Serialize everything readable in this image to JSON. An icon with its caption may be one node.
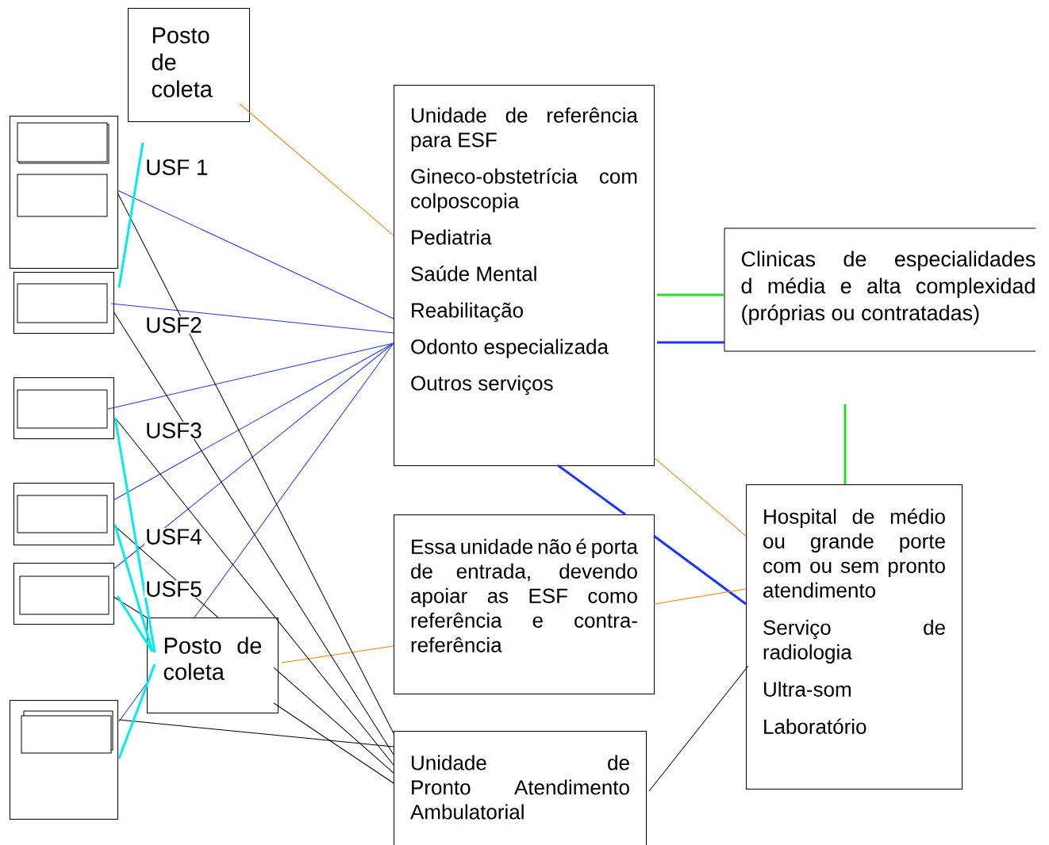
{
  "diagram": {
    "nodes": [
      {
        "text": [
          "Posto de coleta"
        ]
      },
      {
        "text": [],
        "shape": "box",
        "beside": [
          "USF 1"
        ]
      },
      {
        "text": [],
        "shape": "box",
        "beside": [
          "USF2"
        ]
      },
      {
        "text": [],
        "shape": "box",
        "beside": [
          "USF3"
        ]
      },
      {
        "text": [],
        "shape": "box",
        "beside": [
          "USF4"
        ]
      },
      {
        "text": [],
        "shape": "box",
        "beside": [
          "USF5"
        ]
      },
      {
        "text": [
          "Posto de coleta"
        ]
      },
      {
        "text": [],
        "shape": "box"
      },
      {
        "text": [
          "Unidade de referência para ESF",
          "Gineco-obstetrícia com colposcopia",
          "Pediatria",
          "Saúde Mental",
          "Reabilitação",
          "Odonto especializada",
          "Outros serviços"
        ]
      },
      {
        "text": [
          "Clinicas de especialidades d média e alta complexidad (próprias ou contratadas)"
        ]
      },
      {
        "text": [
          "Essa unidade não é porta de entrada, devendo apoiar as ESF como referência e contra-referência"
        ]
      },
      {
        "text": [
          "Hospital de médio ou grande porte com ou sem pronto atendimento",
          "Serviço de radiologia",
          "Ultra-som",
          "Laboratório"
        ]
      },
      {
        "text": [
          "Unidade de Pronto Atendimento Ambulatorial"
        ]
      }
    ],
    "edges": [
      {
        "from": 0,
        "to": 8,
        "arrow": "none",
        "color": "#ff7f00"
      },
      {
        "from": 1,
        "to": 8,
        "arrow": "none",
        "color": "#1a35ff"
      },
      {
        "from": 2,
        "to": 8,
        "arrow": "none",
        "color": "#1a35ff"
      },
      {
        "from": 3,
        "to": 8,
        "arrow": "none",
        "color": "#1a35ff"
      },
      {
        "from": 4,
        "to": 8,
        "arrow": "none",
        "color": "#1a35ff"
      },
      {
        "from": 5,
        "to": 8,
        "arrow": "none",
        "color": "#1a35ff"
      },
      {
        "from": 6,
        "to": 8,
        "arrow": "none",
        "color": "#1a35ff"
      },
      {
        "from": 7,
        "to": 6,
        "arrow": "none",
        "color": "#1a35ff"
      },
      {
        "from": 8,
        "to": 9,
        "arrow": "none",
        "style": "thick",
        "color": "#22dd22"
      },
      {
        "from": 8,
        "to": 9,
        "arrow": "none",
        "style": "thick",
        "color": "#1a35ff"
      },
      {
        "from": 11,
        "to": null,
        "arrow": "none",
        "style": "thick",
        "color": "#22dd22"
      },
      {
        "from": 8,
        "to": 10,
        "arrow": "none",
        "style": "thick",
        "color": "#1a35ff"
      },
      {
        "from": 10,
        "to": 11,
        "arrow": "none",
        "style": "thick",
        "color": "#1a35ff"
      },
      {
        "from": 8,
        "to": 11,
        "arrow": "none",
        "color": "#ff7f00"
      },
      {
        "from": 6,
        "to": 10,
        "arrow": "none",
        "color": "#ff7f00"
      },
      {
        "from": 10,
        "to": 11,
        "arrow": "none",
        "color": "#ff7f00"
      },
      {
        "from": 1,
        "to": 12,
        "arrow": "none",
        "color": "#000000"
      },
      {
        "from": 2,
        "to": 12,
        "arrow": "none",
        "color": "#000000"
      },
      {
        "from": 3,
        "to": 12,
        "arrow": "none",
        "color": "#000000"
      },
      {
        "from": 4,
        "to": 6,
        "arrow": "none",
        "color": "#000000"
      },
      {
        "from": 6,
        "to": 12,
        "arrow": "none",
        "color": "#000000"
      },
      {
        "from": 5,
        "to": 6,
        "arrow": "none",
        "color": "#000000"
      },
      {
        "from": 6,
        "to": 12,
        "arrow": "none",
        "color": "#000000"
      },
      {
        "from": 7,
        "to": 12,
        "arrow": "none",
        "color": "#000000"
      },
      {
        "from": 12,
        "to": 11,
        "arrow": "none",
        "color": "#000000"
      },
      {
        "from": 2,
        "to": null,
        "arrow": "none",
        "style": "thick",
        "color": "#00eeee"
      },
      {
        "from": 3,
        "to": 6,
        "arrow": "none",
        "style": "thick",
        "color": "#00eeee"
      },
      {
        "from": 4,
        "to": 6,
        "arrow": "none",
        "style": "thick",
        "color": "#00eeee"
      },
      {
        "from": 5,
        "to": 6,
        "arrow": "none",
        "style": "thick",
        "color": "#00eeee"
      },
      {
        "from": 7,
        "to": 6,
        "arrow": "none",
        "style": "thick",
        "color": "#00eeee"
      }
    ]
  }
}
